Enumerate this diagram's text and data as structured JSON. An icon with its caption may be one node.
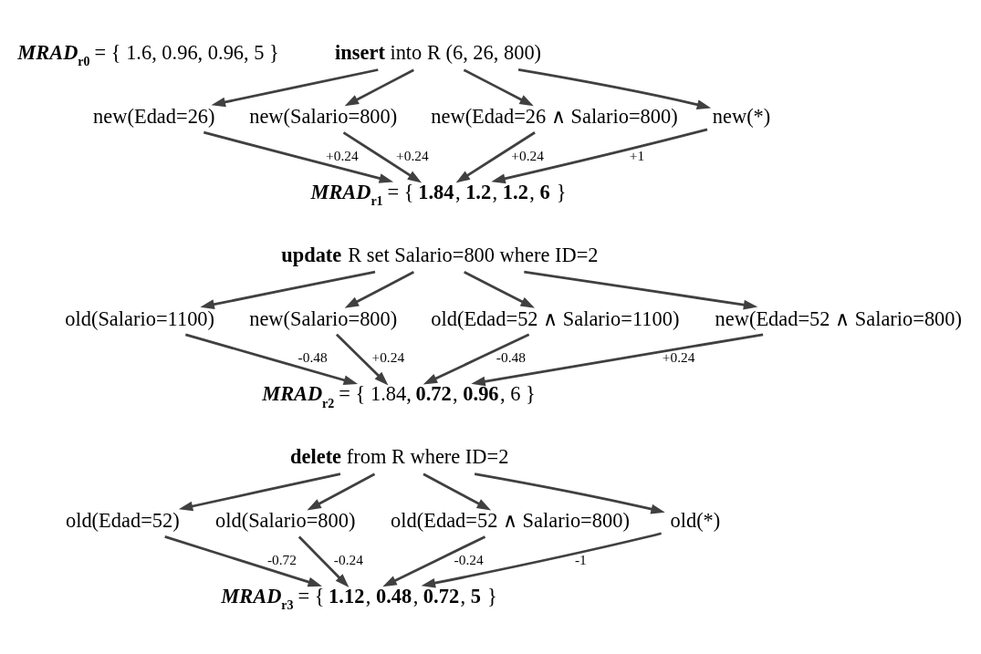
{
  "diagram": {
    "nodes": [
      {
        "text": [
          "**insert** into R (6, 26, 800)"
        ]
      },
      {
        "text": [
          "new(Edad=26)"
        ]
      },
      {
        "text": [
          "new(Salario=800)"
        ]
      },
      {
        "text": [
          "new(Edad=26 ∧ Salario=800)"
        ]
      },
      {
        "text": [
          "new(*)"
        ]
      },
      {
        "text": [
          "*MRAD*$_{r1}$ = { **1.84**, **1.2**, **1.2**, **6** }"
        ]
      },
      {
        "text": [
          "**update** R set Salario=800 where ID=2"
        ]
      },
      {
        "text": [
          "old(Salario=1100)"
        ]
      },
      {
        "text": [
          "new(Salario=800)"
        ]
      },
      {
        "text": [
          "old(Edad=52 ∧ Salario=1100)"
        ]
      },
      {
        "text": [
          "new(Edad=52 ∧ Salario=800)"
        ]
      },
      {
        "text": [
          "*MRAD*$_{r2}$ = { 1.84, **0.72**, **0.96**, 6 }"
        ]
      },
      {
        "text": [
          "**delete** from R where ID=2"
        ]
      },
      {
        "text": [
          "old(Edad=52)"
        ]
      },
      {
        "text": [
          "old(Salario=800)"
        ]
      },
      {
        "text": [
          "old(Edad=52 ∧ Salario=800)"
        ]
      },
      {
        "text": [
          "old(*)"
        ]
      },
      {
        "text": [
          "*MRAD*$_{r3}$ = { **1.12**, **0.48**, **0.72**, **5** }"
        ]
      }
    ],
    "edges": [
      {
        "from": 0,
        "to": 1,
        "arrow": "to"
      },
      {
        "from": 0,
        "to": 2,
        "arrow": "to"
      },
      {
        "from": 0,
        "to": 3,
        "arrow": "to"
      },
      {
        "from": 0,
        "to": 4,
        "arrow": "to"
      },
      {
        "from": 1,
        "to": 5,
        "arrow": "to",
        "label": "+0.24"
      },
      {
        "from": 2,
        "to": 5,
        "arrow": "to",
        "label": "+0.24"
      },
      {
        "from": 3,
        "to": 5,
        "arrow": "to",
        "label": "+0.24"
      },
      {
        "from": 4,
        "to": 5,
        "arrow": "to",
        "label": "+1"
      },
      {
        "from": 6,
        "to": 7,
        "arrow": "to"
      },
      {
        "from": 6,
        "to": 8,
        "arrow": "to"
      },
      {
        "from": 6,
        "to": 9,
        "arrow": "to"
      },
      {
        "from": 6,
        "to": 10,
        "arrow": "to"
      },
      {
        "from": 7,
        "to": 11,
        "arrow": "to",
        "label": "-0.48"
      },
      {
        "from": 8,
        "to": 11,
        "arrow": "to",
        "label": "+0.24"
      },
      {
        "from": 9,
        "to": 11,
        "arrow": "to",
        "label": "-0.48"
      },
      {
        "from": 10,
        "to": 11,
        "arrow": "to",
        "label": "+0.24"
      },
      {
        "from": 12,
        "to": 13,
        "arrow": "to"
      },
      {
        "from": 12,
        "to": 14,
        "arrow": "to"
      },
      {
        "from": 12,
        "to": 15,
        "arrow": "to"
      },
      {
        "from": 12,
        "to": 16,
        "arrow": "to"
      },
      {
        "from": 13,
        "to": 17,
        "arrow": "to",
        "label": "-0.72"
      },
      {
        "from": 14,
        "to": 17,
        "arrow": "to",
        "label": "-0.24"
      },
      {
        "from": 15,
        "to": 17,
        "arrow": "to",
        "label": "-0.24"
      },
      {
        "from": 16,
        "to": 17,
        "arrow": "to",
        "label": "-1"
      }
    ],
    "labels": [
      "*MRAD*$_{r0}$ = { 1.6, 0.96, 0.96, 5 }"
    ]
  }
}
